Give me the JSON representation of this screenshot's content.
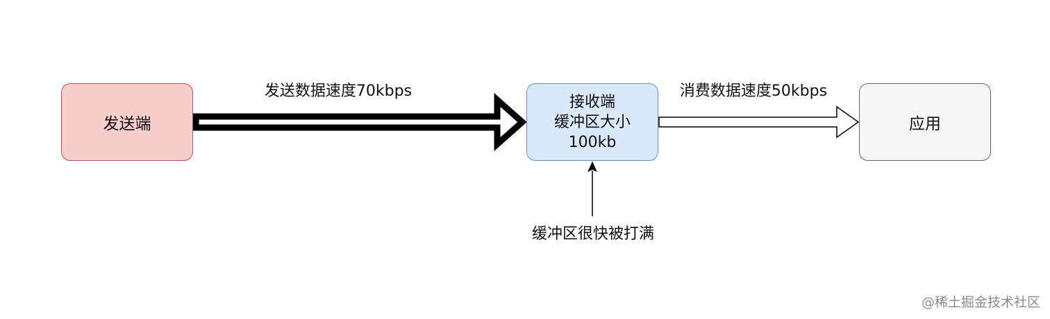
{
  "nodes": {
    "sender": {
      "label": "发送端"
    },
    "receiver": {
      "line1": "接收端",
      "line2": "缓冲区大小",
      "line3": "100kb"
    },
    "app": {
      "label": "应用"
    }
  },
  "edges": {
    "send_rate": "发送数据速度70kbps",
    "consume_rate": "消费数据速度50kbps",
    "buffer_full": "缓冲区很快被打满"
  },
  "watermark": "@稀土掘金技术社区",
  "colors": {
    "sender_fill": "#f8cecc",
    "sender_stroke": "#b85450",
    "receiver_fill": "#dae8fc",
    "receiver_stroke": "#6c8ebf",
    "app_fill": "#f5f5f5",
    "app_stroke": "#666666",
    "arrow_stroke": "#000000"
  }
}
